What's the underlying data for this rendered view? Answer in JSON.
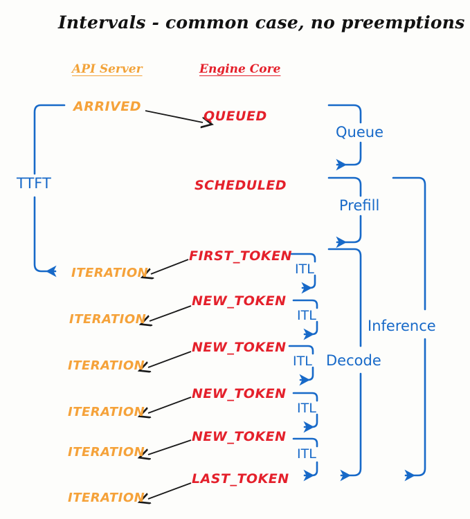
{
  "title": "Intervals - common case, no preemptions",
  "colors": {
    "orange": "#F5A23A",
    "red": "#E4202B",
    "blue": "#1769C8",
    "black": "#1A1A1A",
    "background": "#fdfdfb"
  },
  "columns": [
    {
      "label": "API Server",
      "color": "#F2A33A"
    },
    {
      "label": "Engine Core",
      "color": "#E4202B"
    }
  ],
  "api_events": [
    {
      "label": "ARRIVED"
    },
    {
      "label": "ITERATION"
    },
    {
      "label": "ITERATION"
    },
    {
      "label": "ITERATION"
    },
    {
      "label": "ITERATION"
    },
    {
      "label": "ITERATION"
    },
    {
      "label": "ITERATION"
    }
  ],
  "engine_events": [
    {
      "label": "QUEUED"
    },
    {
      "label": "SCHEDULED"
    },
    {
      "label": "FIRST_TOKEN"
    },
    {
      "label": "NEW_TOKEN"
    },
    {
      "label": "NEW_TOKEN"
    },
    {
      "label": "NEW_TOKEN"
    },
    {
      "label": "NEW_TOKEN"
    },
    {
      "label": "LAST_TOKEN"
    }
  ],
  "intervals": {
    "ttft": "TTFT",
    "queue": "Queue",
    "prefill": "Prefill",
    "decode": "Decode",
    "inference": "Inference",
    "itl": [
      "ITL",
      "ITL",
      "ITL",
      "ITL",
      "ITL"
    ]
  }
}
